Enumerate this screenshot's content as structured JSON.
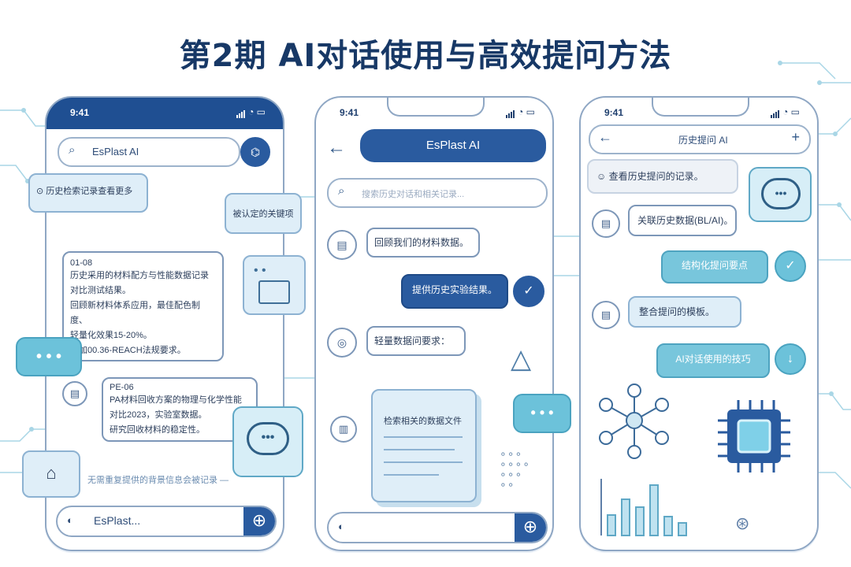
{
  "title": "第2期 AI对话使用与高效提问方法",
  "phone_left": {
    "time": "9:41",
    "search_text": "EsPlast AI",
    "tip_bubble": "历史检索记录查看更多",
    "side_note": "被认定的关键项",
    "card1": {
      "tag": "01-08",
      "lines": [
        "历史采用的材料配方与性能数据记录",
        "对比测试结果。",
        "回顾新材料体系应用，最佳配色制度、",
        "轻量化效果15-20%。",
        "添加00.36-REACH法规要求。",
        "..."
      ]
    },
    "card2": {
      "tag": "PE-06",
      "lines": [
        "PA材料回收方案的物理与化学性能",
        "对比2023，实验室数据。",
        "研究回收材料的稳定性。"
      ]
    },
    "footer_note": "无需重复提供的背景信息会被记录 —",
    "input_placeholder": "EsPlast..."
  },
  "phone_middle": {
    "time": "9:41",
    "header_title": "EsPlast AI",
    "search_placeholder": "搜索历史对话和相关记录...",
    "msg1": "回顾我们的材料数据。",
    "msg2": "提供历史实验结果。",
    "msg3": "轻量数据问要求：",
    "doc_title": "检索相关的数据文件"
  },
  "phone_right": {
    "time": "9:41",
    "header_title": "历史提问 AI",
    "msg1": "查看历史提问的记录。",
    "msg2": "关联历史数据(BL/AI)。",
    "msg3": "结构化提问要点",
    "msg4": "整合提问的模板。",
    "msg5": "AI对话使用的技巧"
  },
  "colors": {
    "navy": "#1f4f92",
    "accent": "#2a5b9f",
    "teal": "#6cc2da",
    "light": "#dfeef8",
    "outline": "#8fa7c4"
  },
  "icons": [
    "search-icon",
    "back-arrow-icon",
    "plus-icon",
    "chat-dots-icon",
    "document-icon",
    "check-down-icon",
    "network-icon",
    "chip-icon",
    "bar-chart-icon"
  ]
}
